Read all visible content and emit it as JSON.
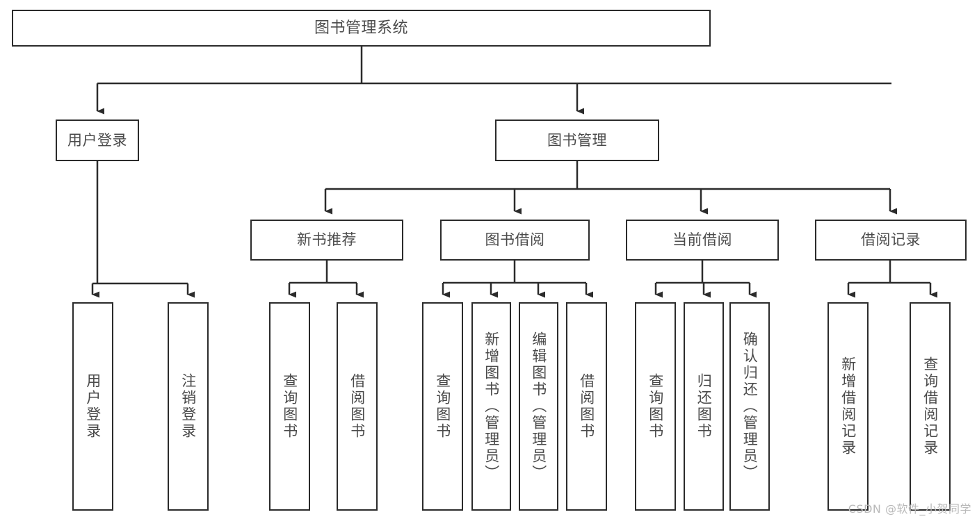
{
  "diagram": {
    "title": "图书管理系统",
    "type": "tree",
    "orientation": "top-down",
    "colors": {
      "box_border": "#2b2b2b",
      "box_fill": "#ffffff",
      "edge": "#2b2b2b",
      "text": "#4a4a4a",
      "watermark": "#b9b9b9",
      "background": "#ffffff"
    }
  },
  "nodes": {
    "root": {
      "label": "图书管理系统"
    },
    "level2": [
      {
        "label": "用户登录"
      },
      {
        "label": "图书管理"
      }
    ],
    "level3": [
      {
        "label": "新书推荐"
      },
      {
        "label": "图书借阅"
      },
      {
        "label": "当前借阅"
      },
      {
        "label": "借阅记录"
      }
    ],
    "leaves": {
      "user_login": [
        {
          "label": "用户登录"
        },
        {
          "label": "注销登录"
        }
      ],
      "new_book_recommend": [
        {
          "label": "查询图书"
        },
        {
          "label": "借阅图书"
        }
      ],
      "book_borrow": [
        {
          "label": "查询图书"
        },
        {
          "label": "新增图书（管理员）"
        },
        {
          "label": "编辑图书（管理员）"
        },
        {
          "label": "借阅图书"
        }
      ],
      "current_borrow": [
        {
          "label": "查询图书"
        },
        {
          "label": "归还图书"
        },
        {
          "label": "确认归还（管理员）"
        }
      ],
      "borrow_record": [
        {
          "label": "新增借阅记录"
        },
        {
          "label": "查询借阅记录"
        }
      ]
    }
  },
  "watermark": {
    "text": "CSDN @软件_小贺同学"
  }
}
